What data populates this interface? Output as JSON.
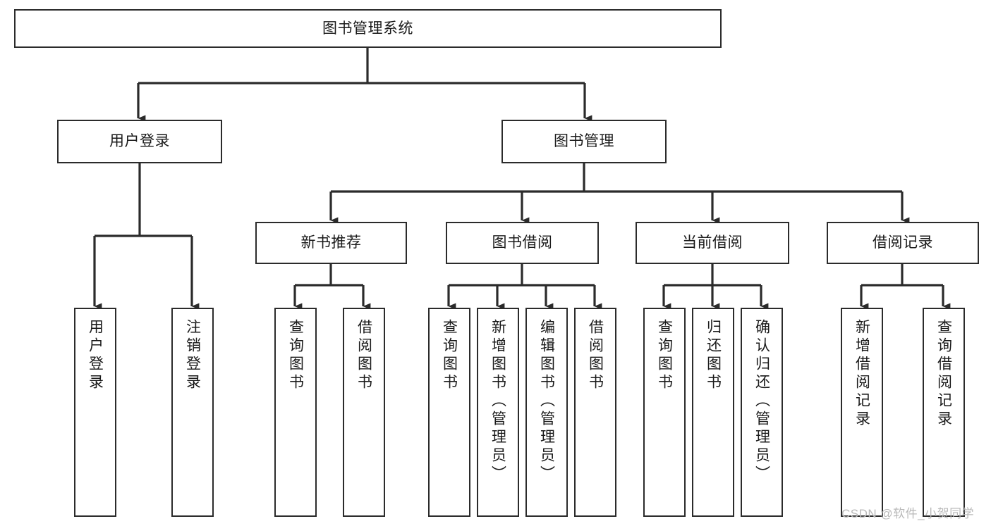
{
  "diagram": {
    "title": "图书管理系统",
    "type": "hierarchy-tree",
    "watermark": "CSDN @软件_小贺同学",
    "colors": {
      "box_border": "#2b2b2b",
      "box_fill": "#ffffff",
      "connector": "#2b2b2b",
      "text": "#1a1a1a",
      "watermark": "#b9b9b9",
      "background": "#ffffff"
    },
    "nodes": {
      "root": {
        "label": "图书管理系统",
        "orientation": "horizontal"
      },
      "level2": [
        {
          "id": "user-login",
          "label": "用户登录",
          "orientation": "horizontal"
        },
        {
          "id": "book-management",
          "label": "图书管理",
          "orientation": "horizontal"
        }
      ],
      "level3": [
        {
          "id": "new-book-recommend",
          "label": "新书推荐",
          "orientation": "horizontal"
        },
        {
          "id": "book-borrow",
          "label": "图书借阅",
          "orientation": "horizontal"
        },
        {
          "id": "current-borrow",
          "label": "当前借阅",
          "orientation": "horizontal"
        },
        {
          "id": "borrow-record",
          "label": "借阅记录",
          "orientation": "horizontal"
        }
      ],
      "leaves": [
        {
          "id": "leaf-user-login",
          "label": "用户登录",
          "parent": "user-login",
          "orientation": "vertical"
        },
        {
          "id": "leaf-logout",
          "label": "注销登录",
          "parent": "user-login",
          "orientation": "vertical"
        },
        {
          "id": "leaf-query-book-1",
          "label": "查询图书",
          "parent": "new-book-recommend",
          "orientation": "vertical"
        },
        {
          "id": "leaf-borrow-book-1",
          "label": "借阅图书",
          "parent": "new-book-recommend",
          "orientation": "vertical"
        },
        {
          "id": "leaf-query-book-2",
          "label": "查询图书",
          "parent": "book-borrow",
          "orientation": "vertical"
        },
        {
          "id": "leaf-add-book",
          "label": "新增图书（管理员）",
          "parent": "book-borrow",
          "orientation": "vertical"
        },
        {
          "id": "leaf-edit-book",
          "label": "编辑图书（管理员）",
          "parent": "book-borrow",
          "orientation": "vertical"
        },
        {
          "id": "leaf-borrow-book-2",
          "label": "借阅图书",
          "parent": "book-borrow",
          "orientation": "vertical"
        },
        {
          "id": "leaf-query-book-3",
          "label": "查询图书",
          "parent": "current-borrow",
          "orientation": "vertical"
        },
        {
          "id": "leaf-return-book",
          "label": "归还图书",
          "parent": "current-borrow",
          "orientation": "vertical"
        },
        {
          "id": "leaf-confirm-return",
          "label": "确认归还（管理员）",
          "parent": "current-borrow",
          "orientation": "vertical"
        },
        {
          "id": "leaf-add-record",
          "label": "新增借阅记录",
          "parent": "borrow-record",
          "orientation": "vertical"
        },
        {
          "id": "leaf-query-record",
          "label": "查询借阅记录",
          "parent": "borrow-record",
          "orientation": "vertical"
        }
      ]
    }
  }
}
